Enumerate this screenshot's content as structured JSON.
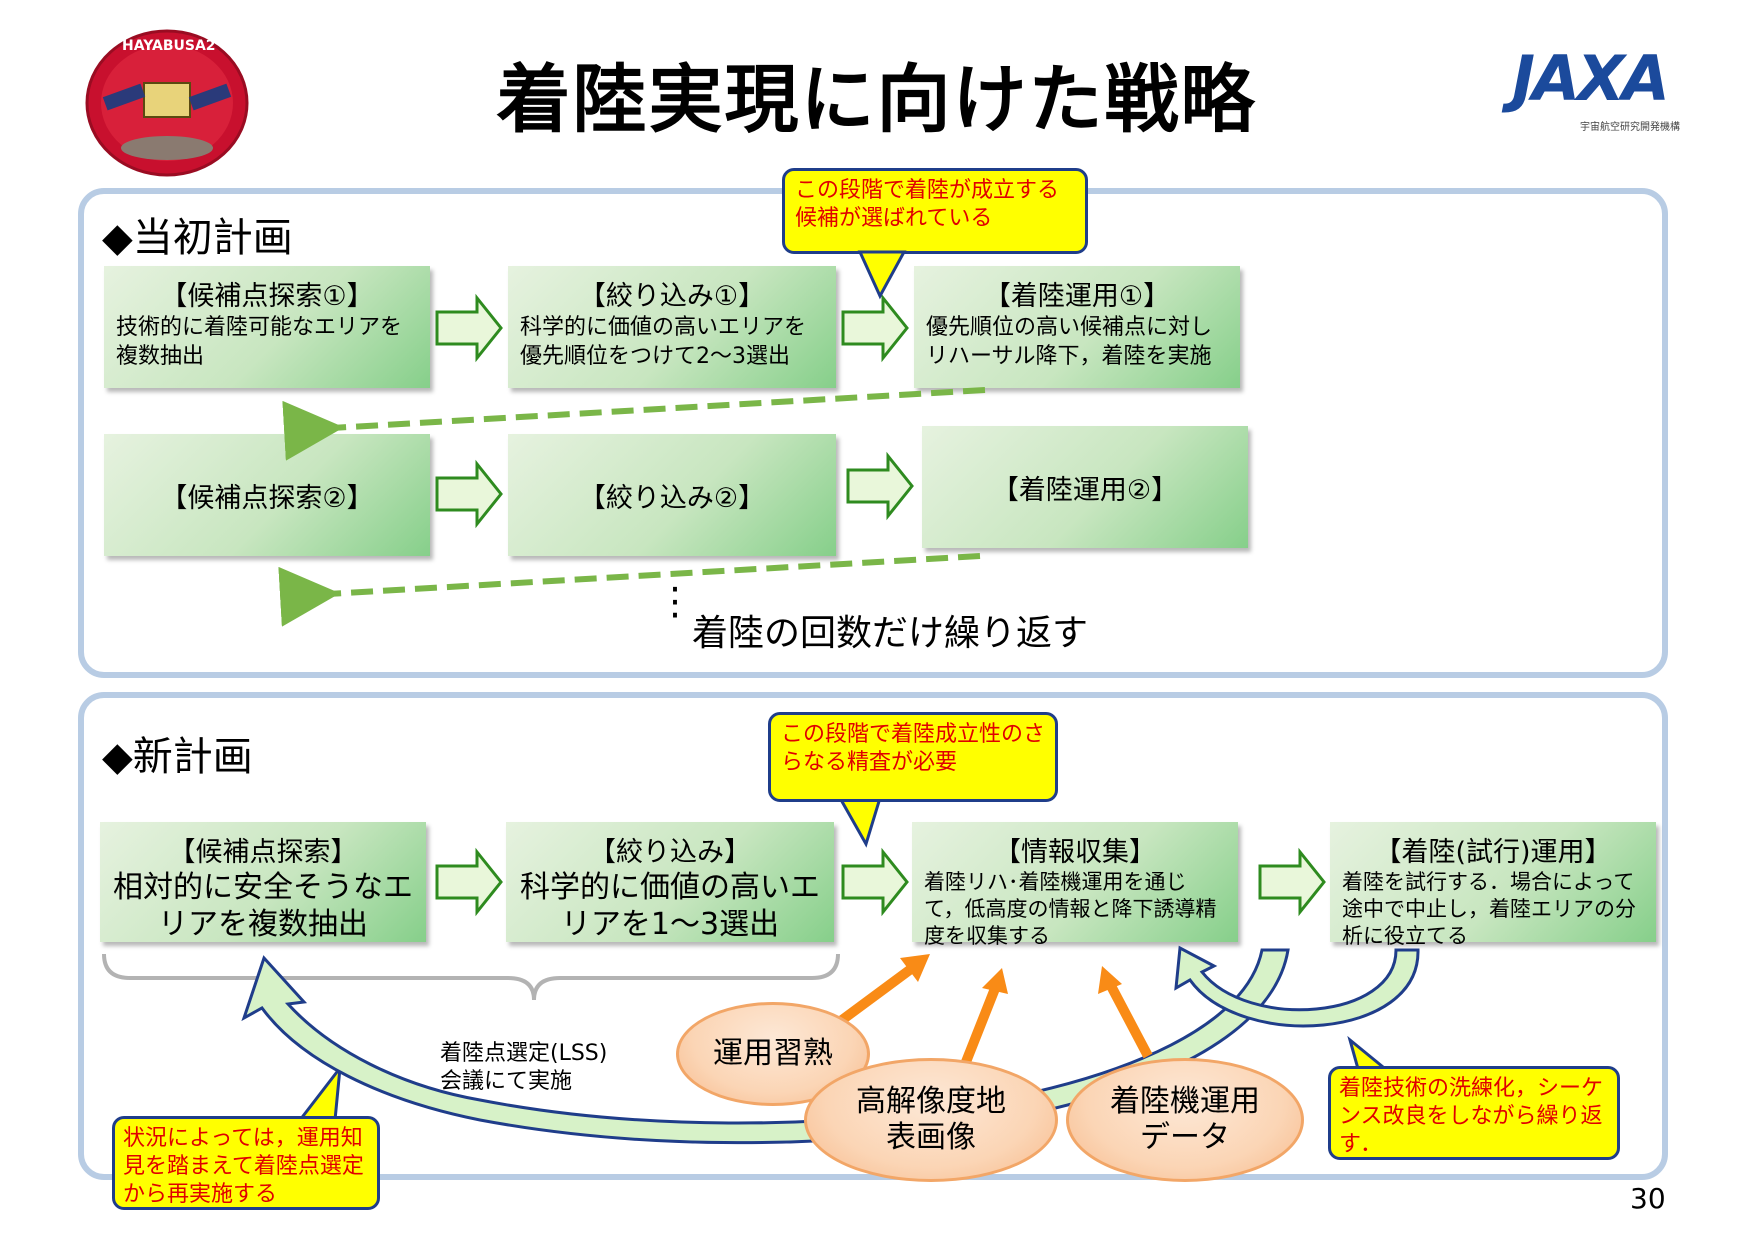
{
  "title": "着陸実現に向けた戦略",
  "logo_left": {
    "text": "HAYABUSA2"
  },
  "logo_right": {
    "text": "JAXA",
    "subtitle": "宇宙航空研究開発機構"
  },
  "page_number": "30",
  "plan_original": {
    "heading": "◆当初計画",
    "callout": "この段階で着陸が成立する候補が選ばれている",
    "row1": [
      {
        "header": "【候補点探索①】",
        "body": "技術的に着陸可能なエリアを複数抽出"
      },
      {
        "header": "【絞り込み①】",
        "body": "科学的に価値の高いエリアを優先順位をつけて2～3選出"
      },
      {
        "header": "【着陸運用①】",
        "body": "優先順位の高い候補点に対しリハーサル降下，着陸を実施"
      }
    ],
    "row2": [
      "【候補点探索②】",
      "【絞り込み②】",
      "【着陸運用②】"
    ],
    "repeat_dots": "⋮",
    "repeat_text": "着陸の回数だけ繰り返す"
  },
  "plan_new": {
    "heading": "◆新計画",
    "callout": "この段階で着陸成立性のさらなる精査が必要",
    "boxes": [
      {
        "header": "【候補点探索】",
        "body": "相対的に安全そうなエリアを複数抽出"
      },
      {
        "header": "【絞り込み】",
        "body": "科学的に価値の高いエリアを1～3選出"
      },
      {
        "header": "【情報収集】",
        "body": "着陸リハ･着陸機運用を通じて，低高度の情報と降下誘導精度を収集する"
      },
      {
        "header": "【着陸(試行)運用】",
        "body": "着陸を試行する．場合によって途中で中止し，着陸エリアの分析に役立てる"
      }
    ],
    "lss_note": "着陸点選定(LSS)会議にて実施",
    "ovals": [
      "運用習熟",
      "高解像度地表画像",
      "着陸機運用データ"
    ],
    "callout_left": "状況によっては，運用知見を踏まえて着陸点選定から再実施する",
    "callout_right": "着陸技術の洗練化，シーケンス改良をしながら繰り返す．"
  },
  "colors": {
    "panel_border": "#b8cce4",
    "callout_fill": "#ffff00",
    "callout_text": "#e00000",
    "arrow_green": "#7ab648",
    "arrow_orange": "#f98b16"
  }
}
